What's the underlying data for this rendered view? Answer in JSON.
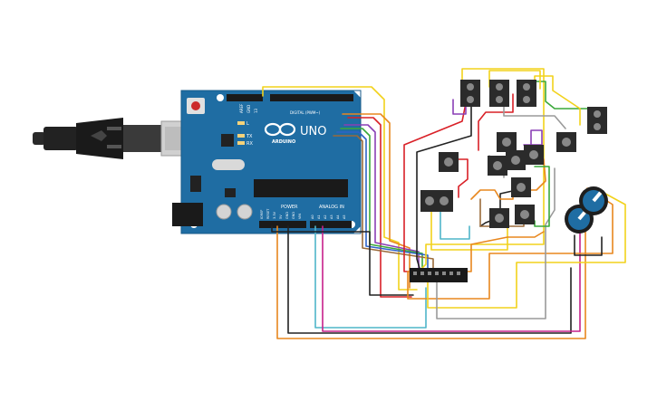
{
  "board": {
    "logo_text": "UNO",
    "brand_text": "ARDUINO",
    "digital_label": "DIGITAL (PWM~)",
    "power_label": "POWER",
    "analog_label": "ANALOG IN",
    "led_l": "L",
    "led_tx": "TX",
    "led_rx": "RX",
    "aref_label": "AREF",
    "gnd_label": "GND",
    "pin13_label": "13",
    "power_pins": [
      "IOREF",
      "RESET",
      "3.3V",
      "5V",
      "GND",
      "GND",
      "VIN"
    ],
    "analog_pins": [
      "A0",
      "A1",
      "A2",
      "A3",
      "A4",
      "A5"
    ]
  },
  "colors": {
    "board": "#1f6da3",
    "board_dark": "#175a89",
    "wire_orange": "#e8871e",
    "wire_yellow": "#f2d21b",
    "wire_red": "#d92027",
    "wire_black": "#222222",
    "wire_green": "#3aa83a",
    "wire_purple": "#8a3fb5",
    "wire_blue": "#2f63c8",
    "wire_cyan": "#4fb5c9",
    "wire_magenta": "#c6208a",
    "wire_brown": "#9a6a3a",
    "wire_gray": "#9a9a9a"
  }
}
